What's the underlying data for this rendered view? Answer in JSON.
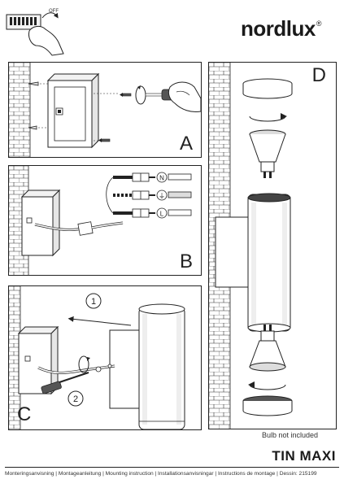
{
  "brand": {
    "name": "nordlux",
    "reg_mark": "®"
  },
  "switch_illustration": {
    "off_label": "OFF"
  },
  "panels": {
    "a": {
      "letter": "A"
    },
    "b": {
      "letter": "B",
      "terminals": [
        "N",
        "⏚",
        "L"
      ]
    },
    "c": {
      "letter": "C",
      "steps": [
        "1",
        "2"
      ]
    },
    "d": {
      "letter": "D"
    }
  },
  "bulb_note": "Bulb not included",
  "product_name": "TIN MAXI",
  "footer_text": "Monteringsanvisning | Montageanleitung | Mounting instruction | Installationsanvisningar | Instructions de montage | Dessin: 215199"
}
